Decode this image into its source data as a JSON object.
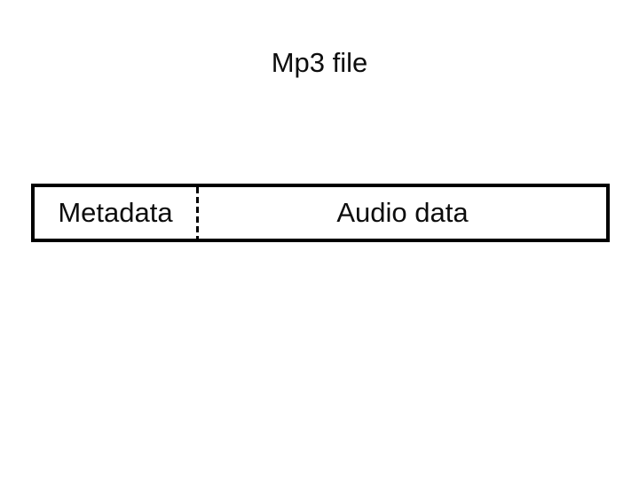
{
  "diagram": {
    "title": "Mp3 file",
    "file_box": {
      "segments": [
        {
          "label": "Metadata"
        },
        {
          "label": "Audio data"
        }
      ],
      "divider_style": "dashed-vertical"
    },
    "colors": {
      "background": "#ffffff",
      "stroke": "#000000",
      "text": "#0d0d0d"
    }
  }
}
